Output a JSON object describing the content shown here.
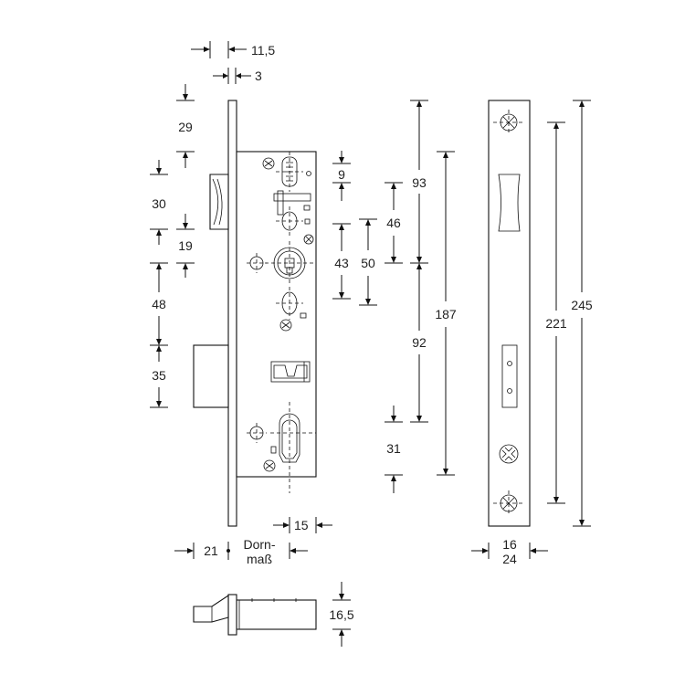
{
  "dimensions": {
    "top_width": "11,5",
    "faceplate_thickness": "3",
    "latch_offset": "29",
    "latch_height": "30",
    "gap_19": "19",
    "mid_48": "48",
    "bolt_35": "35",
    "d9": "9",
    "d46": "46",
    "d43": "43",
    "d50": "50",
    "d93": "93",
    "d187": "187",
    "d92": "92",
    "d31": "31",
    "d221": "221",
    "d245": "245",
    "d15": "15",
    "d21": "21",
    "dorn_line1": "Dorn-",
    "dorn_line2": "maß",
    "face_16": "16",
    "face_24": "24",
    "d16_5": "16,5"
  }
}
